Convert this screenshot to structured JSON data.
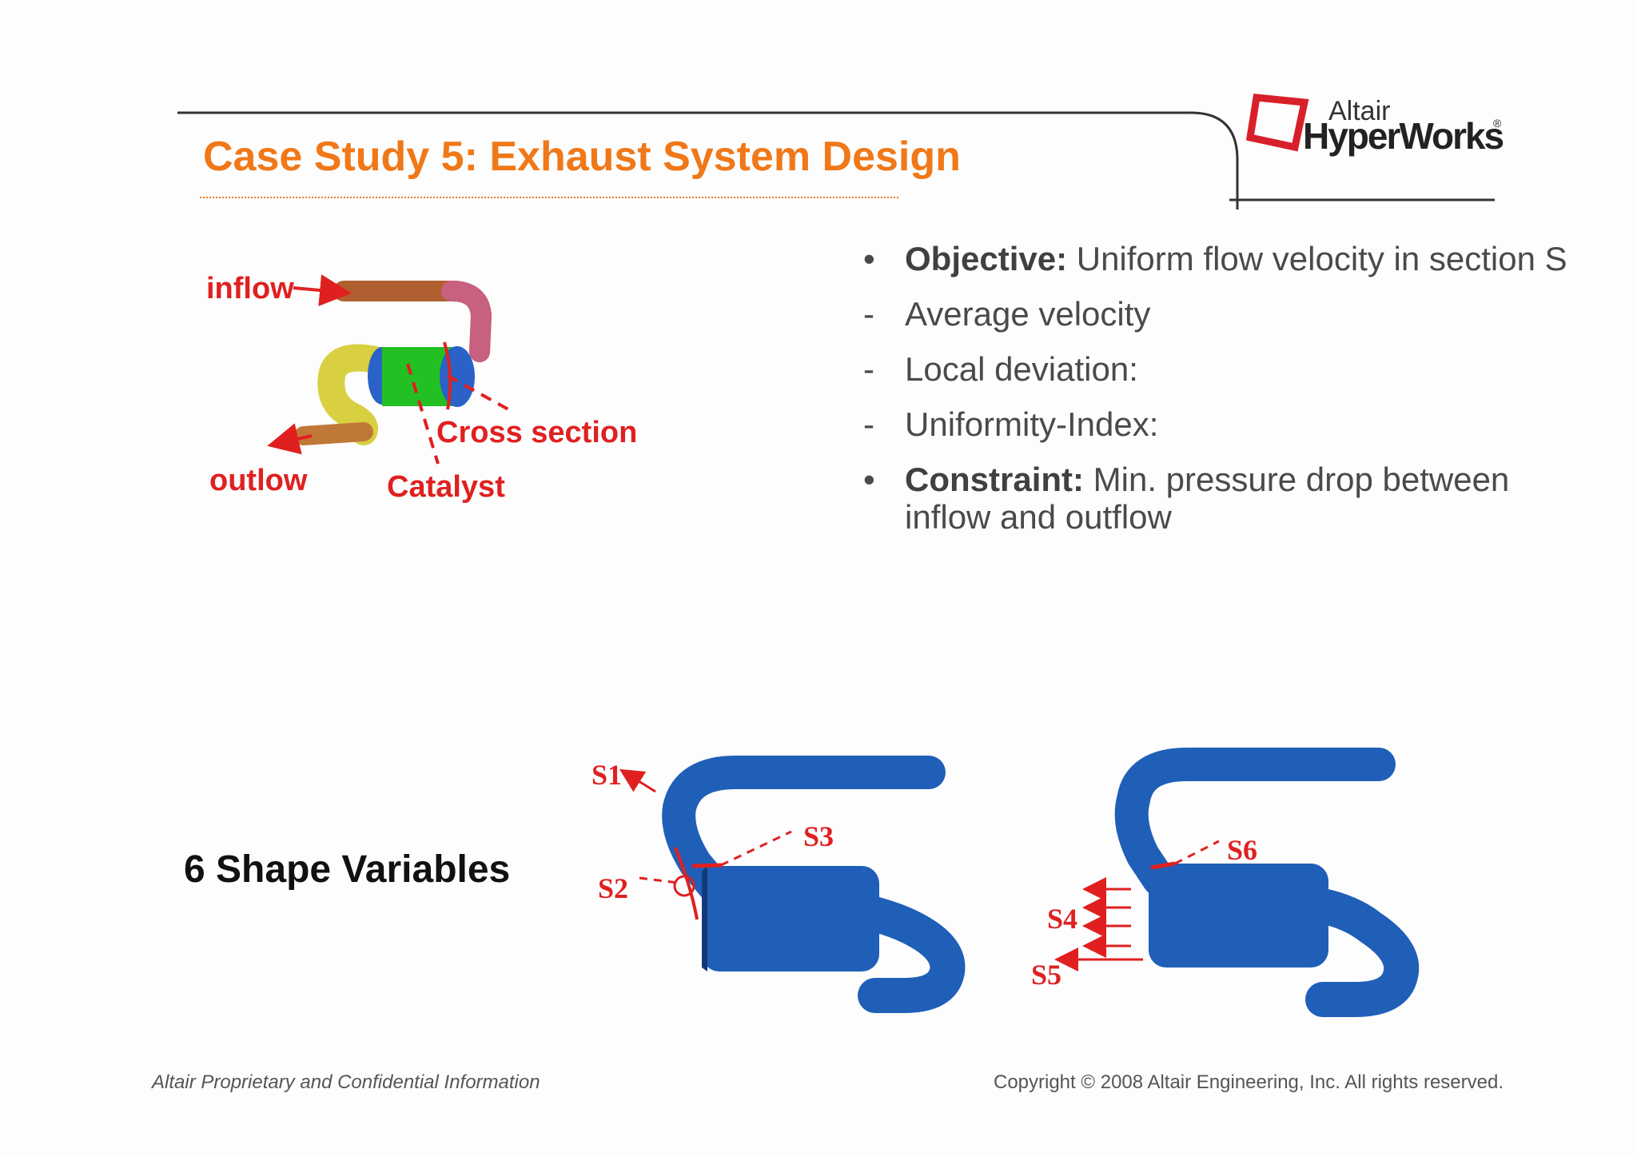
{
  "slide": {
    "title": "Case Study 5: Exhaust System Design",
    "logo": {
      "top": "Altair",
      "bottom": "HyperWorks",
      "mark": "®"
    },
    "footer_left": "Altair Proprietary and Confidential Information",
    "footer_right": "Copyright © 2008 Altair Engineering, Inc. All rights reserved."
  },
  "bullets": [
    {
      "marker": "•",
      "bold": "Objective:",
      "text": " Uniform flow velocity in section S"
    },
    {
      "marker": "-",
      "bold": "",
      "text": "Average velocity"
    },
    {
      "marker": "-",
      "bold": "",
      "text": "Local deviation:"
    },
    {
      "marker": "-",
      "bold": "",
      "text": "Uniformity-Index:"
    },
    {
      "marker": "•",
      "bold": "Constraint:",
      "text": " Min. pressure drop between inflow and outflow"
    }
  ],
  "diagram": {
    "inflow": "inflow",
    "outlow": "outlow",
    "cross_section": "Cross section",
    "catalyst": "Catalyst"
  },
  "shape_variables": {
    "heading": "6 Shape Variables",
    "labels": [
      "S1",
      "S2",
      "S3",
      "S4",
      "S5",
      "S6"
    ]
  },
  "colors": {
    "title": "#f07818",
    "annotation": "#e02020",
    "mesh": "#1f5fb8"
  }
}
